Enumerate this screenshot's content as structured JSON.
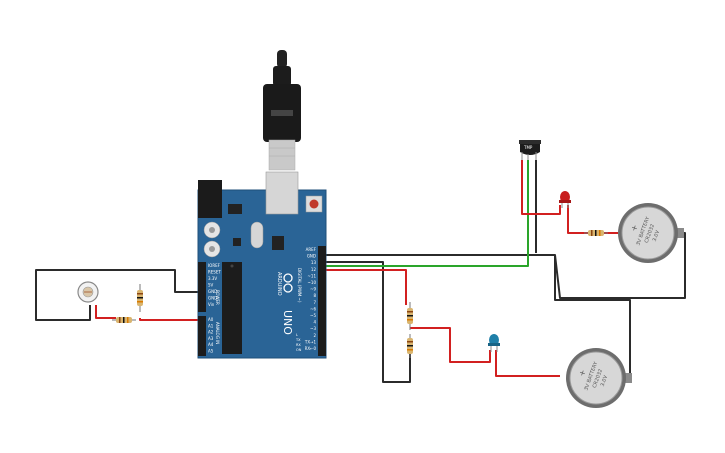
{
  "board": {
    "model": "UNO",
    "brand": "ARDUINO",
    "power_header_label": "POWER",
    "analog_header_label": "ANALOG IN",
    "digital_header_label": "DIGITAL (PWM ~)",
    "power_pins": [
      "IOREF",
      "RESET",
      "3.3V",
      "5V",
      "GND",
      "GND",
      "Vin"
    ],
    "analog_pins": [
      "A0",
      "A1",
      "A2",
      "A3",
      "A4",
      "A5"
    ],
    "digital_pins": [
      "AREF",
      "GND",
      "13",
      "12",
      "~11",
      "~10",
      "~9",
      "8",
      "7",
      "~6",
      "~5",
      "4",
      "~3",
      "2",
      "TX→1",
      "RX←0"
    ],
    "led_labels": [
      "L",
      "TX",
      "RX",
      "ON"
    ]
  },
  "sensor": {
    "label": "TMP"
  },
  "battery_1": {
    "line1": "3V BATTERY",
    "line2": "CR2032",
    "line3": "3.0V"
  },
  "battery_2": {
    "line1": "3V BATTERY",
    "line2": "CR2032",
    "line3": "3.0V"
  },
  "colors": {
    "board": "#2a6496",
    "board_edge": "#1f4f7a",
    "wire_red": "#d22020",
    "wire_green": "#2aa52a",
    "wire_black": "#2b2b2b",
    "led_red": "#c81e1e",
    "led_blue": "#1f7fa8"
  }
}
